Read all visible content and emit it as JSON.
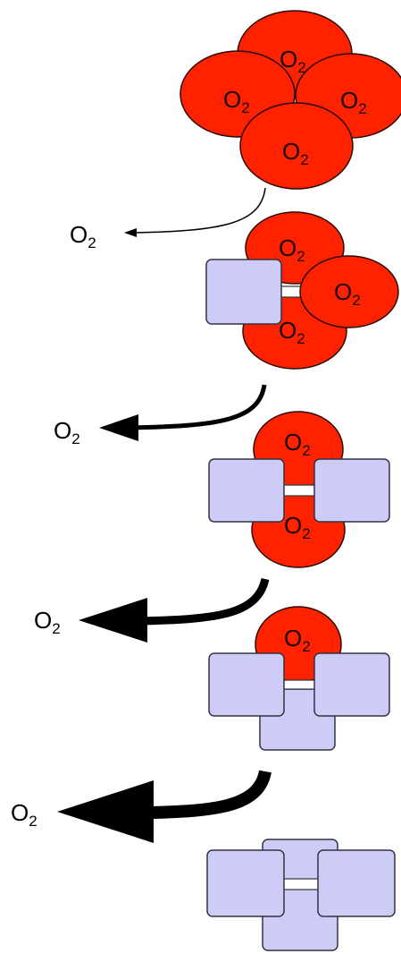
{
  "molecule": {
    "symbol": "O",
    "subscript": "2"
  },
  "released": {
    "symbol": "O",
    "subscript": "2"
  },
  "colors": {
    "oxygen": "#ff2200",
    "protein_subunit": "#ccccf6",
    "outline": "#2a0a00",
    "arrow": "#000000"
  },
  "stages": [
    {
      "bound_o2": 4,
      "deoxygenated_subunits": 0
    },
    {
      "bound_o2": 3,
      "deoxygenated_subunits": 1
    },
    {
      "bound_o2": 2,
      "deoxygenated_subunits": 2
    },
    {
      "bound_o2": 1,
      "deoxygenated_subunits": 3
    },
    {
      "bound_o2": 0,
      "deoxygenated_subunits": 4
    }
  ],
  "release_arrows": 4
}
